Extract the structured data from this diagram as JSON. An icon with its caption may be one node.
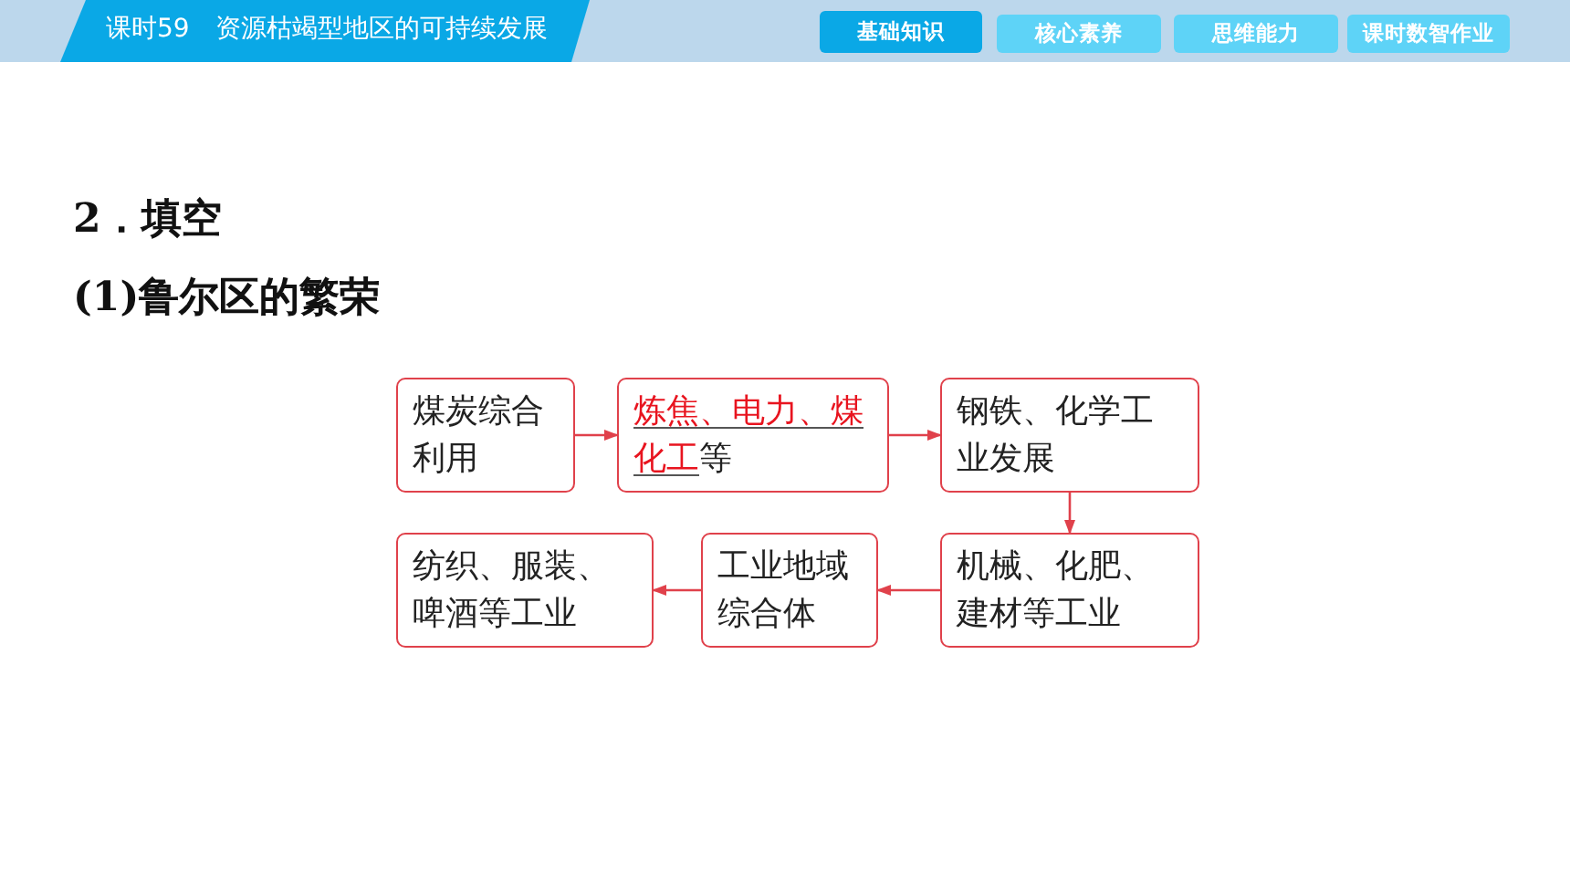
{
  "diagram": {
    "title": "(1)鲁尔区的繁荣",
    "nodes": [
      {
        "text": [
          "煤炭综合利用"
        ]
      },
      {
        "text": [
          "炼焦、电力、煤化工",
          "等"
        ]
      },
      {
        "text": [
          "钢铁、化学工业发展"
        ]
      },
      {
        "text": [
          "机械、化肥、建材等工业"
        ]
      },
      {
        "text": [
          "工业地域综合体"
        ]
      },
      {
        "text": [
          "纺织、服装、啤酒等工业"
        ]
      }
    ],
    "edges": [
      {
        "from": 0,
        "to": 1,
        "arrow": "to"
      },
      {
        "from": 1,
        "to": 2,
        "arrow": "to"
      },
      {
        "from": 2,
        "to": 3,
        "arrow": "to"
      },
      {
        "from": 3,
        "to": 4,
        "arrow": "to"
      },
      {
        "from": 4,
        "to": 5,
        "arrow": "to"
      }
    ],
    "labels": [
      "课时59　资源枯竭型地区的可持续发展",
      "基础知识",
      "核心素养",
      "思维能力",
      "课时数智作业",
      "2．填空"
    ]
  }
}
